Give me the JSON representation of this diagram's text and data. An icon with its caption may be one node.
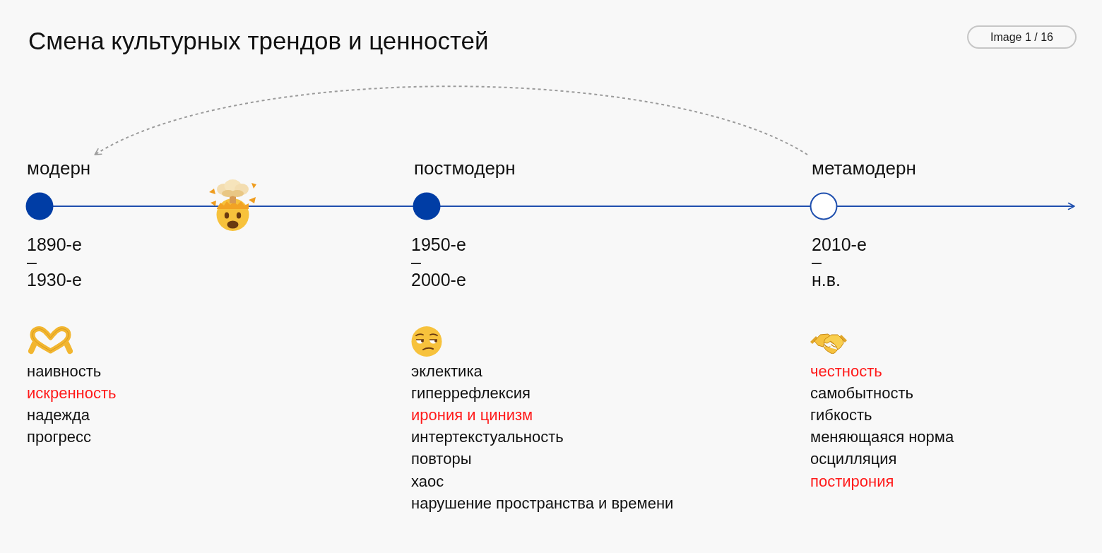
{
  "diagram": {
    "title": "Смена культурных трендов и ценностей",
    "nodes": [
      {
        "text": [
          "модерн"
        ]
      },
      {
        "text": [
          "постмодерн"
        ]
      },
      {
        "text": [
          "метамодерн"
        ]
      }
    ],
    "edges": [
      {
        "from": 2,
        "to": 0,
        "arrow": "to",
        "style": "dashed"
      }
    ],
    "labels": [
      "Image 1 / 16",
      "1890-е – 1930-е",
      "1950-е – 2000-е",
      "2010-е – н.в.",
      "наивность",
      "искренность",
      "надежда",
      "прогресс",
      "эклектика",
      "гиперрефлексия",
      "ирония и цинизм",
      "интертекстуальность",
      "повторы",
      "хаос",
      "нарушение пространства и времени",
      "честность",
      "самобытность",
      "гибкость",
      "меняющаяся норма",
      "осцилляция",
      "постирония"
    ]
  }
}
